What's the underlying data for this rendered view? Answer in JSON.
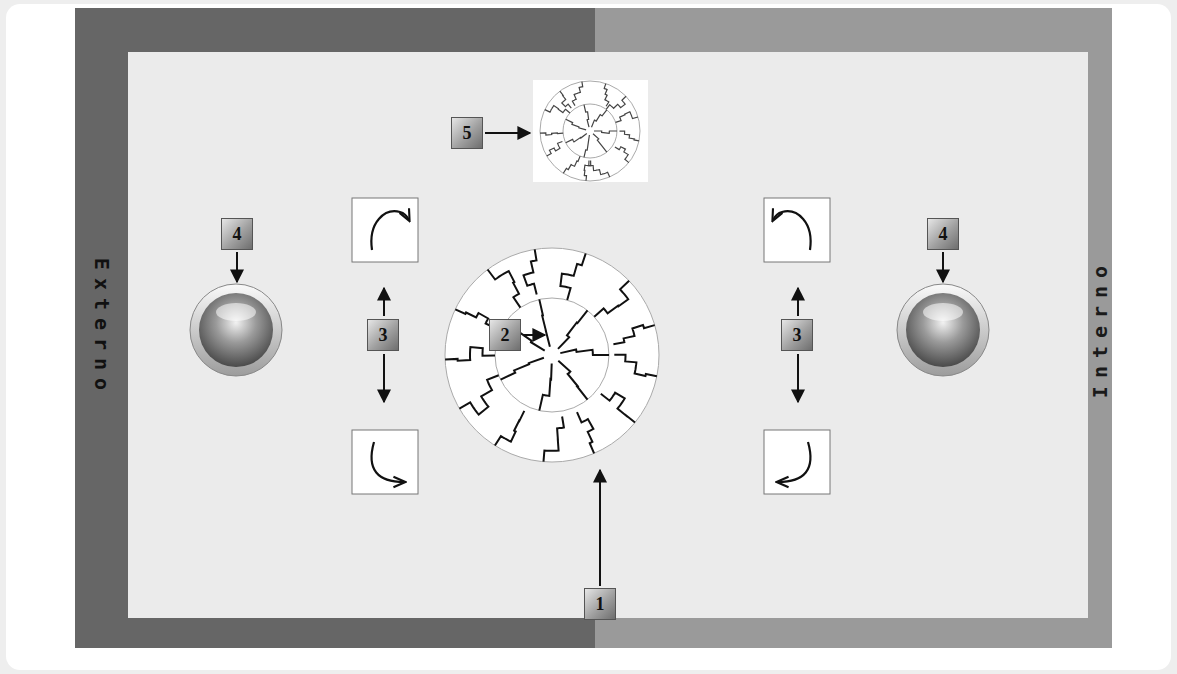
{
  "diagram": {
    "nodes": [
      {
        "text": [
          "Externo"
        ]
      },
      {
        "text": [
          "Interno"
        ]
      }
    ],
    "labels": [
      "5",
      "4",
      "3",
      "2",
      "4",
      "3",
      "1"
    ]
  }
}
